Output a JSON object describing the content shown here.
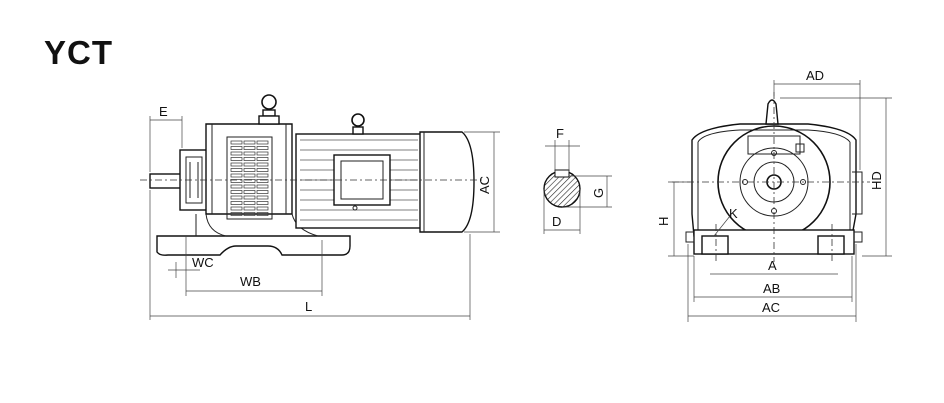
{
  "title": "YCT",
  "side_view": {
    "labels": {
      "e": "E",
      "ac": "AC",
      "wc": "WC",
      "wb": "WB",
      "l": "L"
    }
  },
  "shaft_view": {
    "labels": {
      "f": "F",
      "g": "G",
      "d": "D"
    }
  },
  "front_view": {
    "labels": {
      "ad": "AD",
      "hd": "HD",
      "h": "H",
      "k": "K",
      "a": "A",
      "ab": "AB",
      "ac": "AC"
    }
  }
}
